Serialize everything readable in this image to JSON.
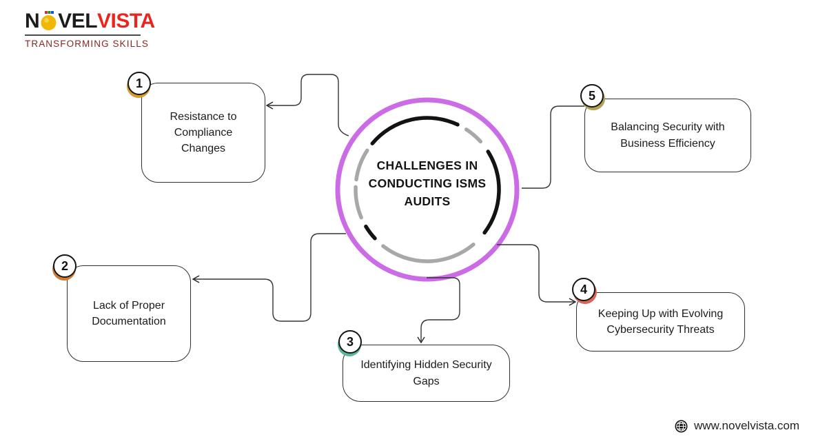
{
  "brand": {
    "name_part1": "N",
    "name_part2": "VEL",
    "name_part3": "VISTA",
    "tagline": "TRANSFORMING SKILLS",
    "bulb_icon": "lightbulb-icon",
    "name_black_color": "#1c1c1c",
    "name_red_color": "#e8251f",
    "tagline_color": "#8a2523"
  },
  "center": {
    "lines": [
      "CHALLENGES IN",
      "CONDUCTING ISMS",
      "AUDITS"
    ]
  },
  "items": [
    {
      "number": "1",
      "label": "Resistance to Compliance Changes",
      "accent": "#d99a2b"
    },
    {
      "number": "2",
      "label": "Lack of Proper Documentation",
      "accent": "#cf7a35"
    },
    {
      "number": "3",
      "label": "Identifying Hidden Security Gaps",
      "accent": "#57b89c"
    },
    {
      "number": "4",
      "label": "Keeping Up with Evolving Cybersecurity Threats",
      "accent": "#d96459"
    },
    {
      "number": "5",
      "label": "Balancing Security with Business Efficiency",
      "accent": "#b3a055"
    }
  ],
  "footer": {
    "website": "www.novelvista.com",
    "globe_icon": "globe-icon"
  },
  "colors": {
    "ring": "#cb6ce6",
    "dash_black": "#131313",
    "dash_gray": "#a8a8a8",
    "line": "#333333"
  }
}
